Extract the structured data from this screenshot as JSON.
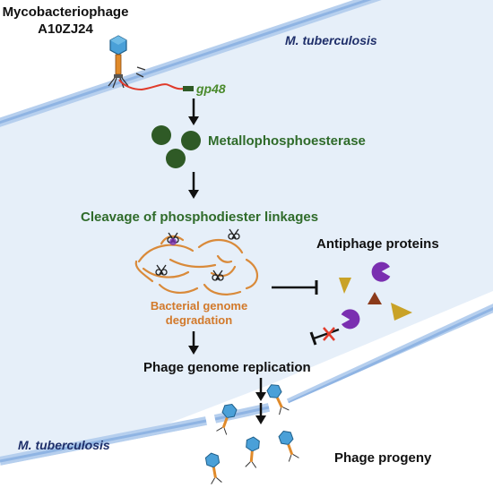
{
  "labels": {
    "phage_name_line1": "Mycobacteriophage",
    "phage_name_line2": "A10ZJ24",
    "host_top": "M. tuberculosis",
    "host_bottom": "M. tuberculosis",
    "gene": "gp48",
    "enzyme": "Metallophosphoesterase",
    "mechanism": "Cleavage of phosphodiester linkages",
    "antiphage": "Antiphage proteins",
    "degradation_line1": "Bacterial genome",
    "degradation_line2": "degradation",
    "replication": "Phage genome replication",
    "progeny": "Phage progeny"
  },
  "colors": {
    "membrane_fill": "#eaf2fb",
    "membrane_stripe": "#a9c6ea",
    "enzyme_green": "#2f5a26",
    "label_green": "#2f6b2a",
    "label_orange": "#d2792a",
    "dna_orange": "#d98a3a",
    "protein_gold": "#c9a227",
    "protein_purple": "#7a2fb0",
    "protein_brown": "#8b3a1a",
    "inhibit_red": "#e23c2c",
    "phage_head": "#4aa0d8",
    "phage_tail": "#e08a2a"
  }
}
